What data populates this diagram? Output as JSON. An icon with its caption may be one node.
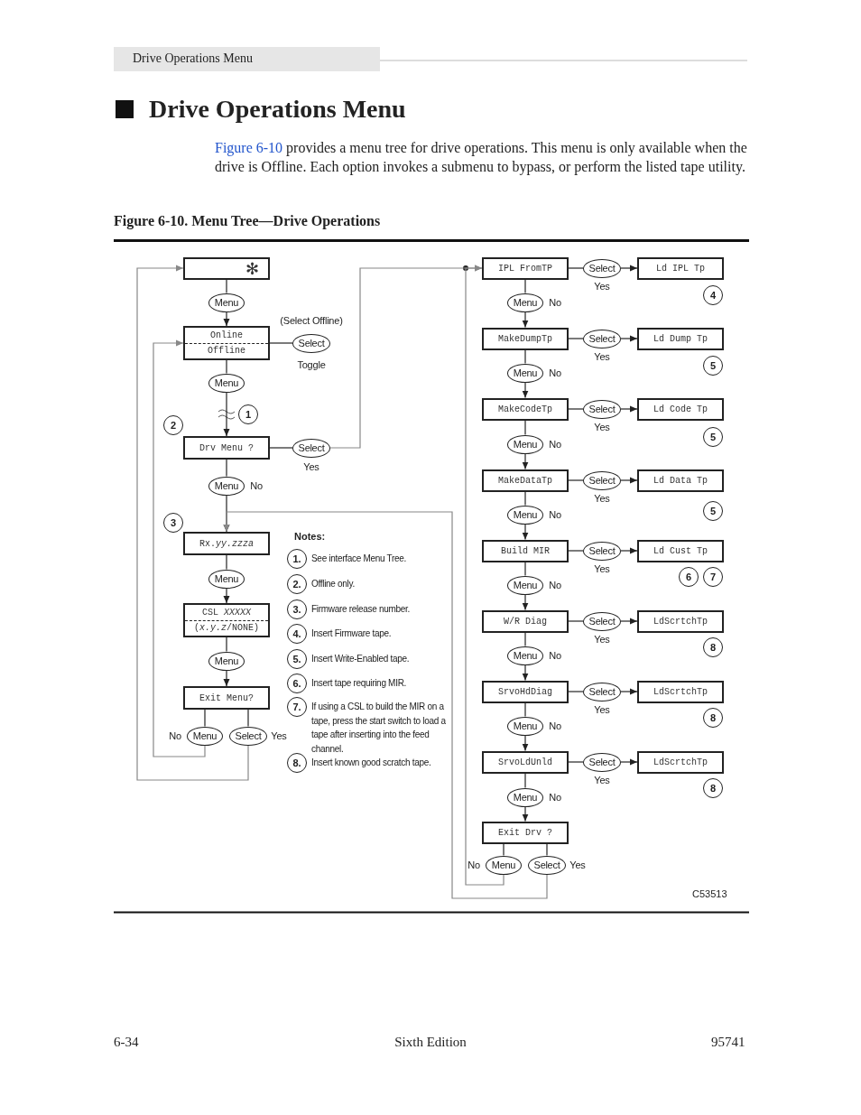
{
  "diagram": {
    "title": "Drive Operations Menu",
    "caption": "Figure 6-10. Menu Tree—Drive Operations",
    "nodes": [
      {
        "text": [
          "✻"
        ]
      },
      {
        "text": [
          "Menu"
        ]
      },
      {
        "text": [
          "Online",
          "Offline"
        ]
      },
      {
        "text": [
          "Select"
        ],
        "beside": [
          "(Select Offline)",
          "Toggle"
        ]
      },
      {
        "text": [
          "Menu"
        ]
      },
      {
        "text": [
          "Drv Menu ?"
        ]
      },
      {
        "text": [
          "Select"
        ],
        "beside": [
          "Yes"
        ]
      },
      {
        "text": [
          "Menu"
        ],
        "beside": [
          "No"
        ]
      },
      {
        "text": [
          "Rx.*yy.zzza*"
        ]
      },
      {
        "text": [
          "Menu"
        ]
      },
      {
        "text": [
          "CSL *XXXXX*",
          "(*x.y.z*/NONE)"
        ]
      },
      {
        "text": [
          "Menu"
        ]
      },
      {
        "text": [
          "Exit Menu?"
        ]
      },
      {
        "text": [
          "Menu"
        ],
        "beside": [
          "No"
        ]
      },
      {
        "text": [
          "Select"
        ],
        "beside": [
          "Yes"
        ]
      },
      {
        "text": [
          "IPL FromTP"
        ]
      },
      {
        "text": [
          "Select"
        ],
        "beside": [
          "Yes"
        ]
      },
      {
        "text": [
          "Ld IPL Tp"
        ]
      },
      {
        "text": [
          "Menu"
        ],
        "beside": [
          "No"
        ]
      },
      {
        "text": [
          "MakeDumpTp"
        ]
      },
      {
        "text": [
          "Select"
        ],
        "beside": [
          "Yes"
        ]
      },
      {
        "text": [
          "Ld Dump Tp"
        ]
      },
      {
        "text": [
          "Menu"
        ],
        "beside": [
          "No"
        ]
      },
      {
        "text": [
          "MakeCodeTp"
        ]
      },
      {
        "text": [
          "Select"
        ],
        "beside": [
          "Yes"
        ]
      },
      {
        "text": [
          "Ld Code Tp"
        ]
      },
      {
        "text": [
          "Menu"
        ],
        "beside": [
          "No"
        ]
      },
      {
        "text": [
          "MakeDataTp"
        ]
      },
      {
        "text": [
          "Select"
        ],
        "beside": [
          "Yes"
        ]
      },
      {
        "text": [
          "Ld Data Tp"
        ]
      },
      {
        "text": [
          "Menu"
        ],
        "beside": [
          "No"
        ]
      },
      {
        "text": [
          "Build MIR"
        ]
      },
      {
        "text": [
          "Select"
        ],
        "beside": [
          "Yes"
        ]
      },
      {
        "text": [
          "Ld Cust Tp"
        ]
      },
      {
        "text": [
          "Menu"
        ],
        "beside": [
          "No"
        ]
      },
      {
        "text": [
          "W/R Diag"
        ]
      },
      {
        "text": [
          "Select"
        ],
        "beside": [
          "Yes"
        ]
      },
      {
        "text": [
          "LdScrtchTp"
        ]
      },
      {
        "text": [
          "Menu"
        ],
        "beside": [
          "No"
        ]
      },
      {
        "text": [
          "SrvoHdDiag"
        ]
      },
      {
        "text": [
          "Select"
        ],
        "beside": [
          "Yes"
        ]
      },
      {
        "text": [
          "LdScrtchTp"
        ]
      },
      {
        "text": [
          "Menu"
        ],
        "beside": [
          "No"
        ]
      },
      {
        "text": [
          "SrvoLdUnld"
        ]
      },
      {
        "text": [
          "Select"
        ],
        "beside": [
          "Yes"
        ]
      },
      {
        "text": [
          "LdScrtchTp"
        ]
      },
      {
        "text": [
          "Menu"
        ],
        "beside": [
          "No"
        ]
      },
      {
        "text": [
          "Exit Drv ?"
        ]
      },
      {
        "text": [
          "Menu"
        ],
        "beside": [
          "No"
        ]
      },
      {
        "text": [
          "Select"
        ],
        "beside": [
          "Yes"
        ]
      }
    ],
    "edges": [
      {
        "from": 0,
        "to": 1,
        "arrow": "none"
      },
      {
        "from": 1,
        "to": 2,
        "arrow": "to"
      },
      {
        "from": 2,
        "to": 3,
        "arrow": "none"
      },
      {
        "from": 2,
        "to": 4,
        "arrow": "none"
      },
      {
        "from": 4,
        "to": 5,
        "arrow": "to"
      },
      {
        "from": 5,
        "to": 6,
        "arrow": "none"
      },
      {
        "from": 6,
        "to": 15,
        "arrow": "to",
        "color": "#888888"
      },
      {
        "from": 5,
        "to": 7,
        "arrow": "none"
      },
      {
        "from": 7,
        "to": 8,
        "arrow": "to"
      },
      {
        "from": 8,
        "to": 9,
        "arrow": "none"
      },
      {
        "from": 9,
        "to": 10,
        "arrow": "to"
      },
      {
        "from": 10,
        "to": 11,
        "arrow": "none"
      },
      {
        "from": 11,
        "to": 12,
        "arrow": "to"
      },
      {
        "from": 12,
        "to": 13,
        "arrow": "none"
      },
      {
        "from": 12,
        "to": 14,
        "arrow": "none"
      },
      {
        "from": 13,
        "to": 2,
        "arrow": "to",
        "color": "#888888"
      },
      {
        "from": 14,
        "to": 0,
        "arrow": "to",
        "color": "#888888"
      },
      {
        "from": 15,
        "to": 16,
        "arrow": "none"
      },
      {
        "from": 16,
        "to": 17,
        "arrow": "to"
      },
      {
        "from": 15,
        "to": 18,
        "arrow": "none"
      },
      {
        "from": 18,
        "to": 19,
        "arrow": "to"
      },
      {
        "from": 19,
        "to": 20,
        "arrow": "none"
      },
      {
        "from": 20,
        "to": 21,
        "arrow": "to"
      },
      {
        "from": 19,
        "to": 22,
        "arrow": "none"
      },
      {
        "from": 22,
        "to": 23,
        "arrow": "to"
      },
      {
        "from": 23,
        "to": 24,
        "arrow": "none"
      },
      {
        "from": 24,
        "to": 25,
        "arrow": "to"
      },
      {
        "from": 23,
        "to": 26,
        "arrow": "none"
      },
      {
        "from": 26,
        "to": 27,
        "arrow": "to"
      },
      {
        "from": 27,
        "to": 28,
        "arrow": "none"
      },
      {
        "from": 28,
        "to": 29,
        "arrow": "to"
      },
      {
        "from": 27,
        "to": 30,
        "arrow": "none"
      },
      {
        "from": 30,
        "to": 31,
        "arrow": "to"
      },
      {
        "from": 31,
        "to": 32,
        "arrow": "none"
      },
      {
        "from": 32,
        "to": 33,
        "arrow": "to"
      },
      {
        "from": 31,
        "to": 34,
        "arrow": "none"
      },
      {
        "from": 34,
        "to": 35,
        "arrow": "to"
      },
      {
        "from": 35,
        "to": 36,
        "arrow": "none"
      },
      {
        "from": 36,
        "to": 37,
        "arrow": "to"
      },
      {
        "from": 35,
        "to": 38,
        "arrow": "none"
      },
      {
        "from": 38,
        "to": 39,
        "arrow": "to"
      },
      {
        "from": 39,
        "to": 40,
        "arrow": "none"
      },
      {
        "from": 40,
        "to": 41,
        "arrow": "to"
      },
      {
        "from": 39,
        "to": 42,
        "arrow": "none"
      },
      {
        "from": 42,
        "to": 43,
        "arrow": "to"
      },
      {
        "from": 43,
        "to": 44,
        "arrow": "none"
      },
      {
        "from": 44,
        "to": 45,
        "arrow": "to"
      },
      {
        "from": 43,
        "to": 46,
        "arrow": "none"
      },
      {
        "from": 46,
        "to": 47,
        "arrow": "to"
      },
      {
        "from": 47,
        "to": 48,
        "arrow": "none"
      },
      {
        "from": 47,
        "to": 49,
        "arrow": "none"
      },
      {
        "from": 48,
        "to": 15,
        "arrow": "to",
        "color": "#888888"
      },
      {
        "from": 49,
        "to": 8,
        "arrow": "to",
        "color": "#888888"
      }
    ],
    "labels": [
      "Drive Operations Menu",
      "Figure 6-10",
      "provides a menu tree for drive operations. This menu is only available when the drive is Offline. Each option invokes a submenu to bypass, or perform the listed tape utility.",
      "1",
      "2",
      "3",
      "4",
      "5",
      "5",
      "5",
      "6",
      "7",
      "8",
      "8",
      "8",
      "Notes:",
      "1.",
      "See interface Menu Tree.",
      "2.",
      "Offline only.",
      "3.",
      "Firmware release number.",
      "4.",
      "Insert Firmware tape.",
      "5.",
      "Insert Write-Enabled tape.",
      "6.",
      "Insert tape requiring MIR.",
      "7.",
      "If using a CSL to build the MIR on a tape, press the start switch to load a tape after inserting into the feed channel.",
      "8.",
      "Insert known good scratch tape.",
      "C53513",
      "6-34",
      "Sixth Edition",
      "95741"
    ]
  }
}
